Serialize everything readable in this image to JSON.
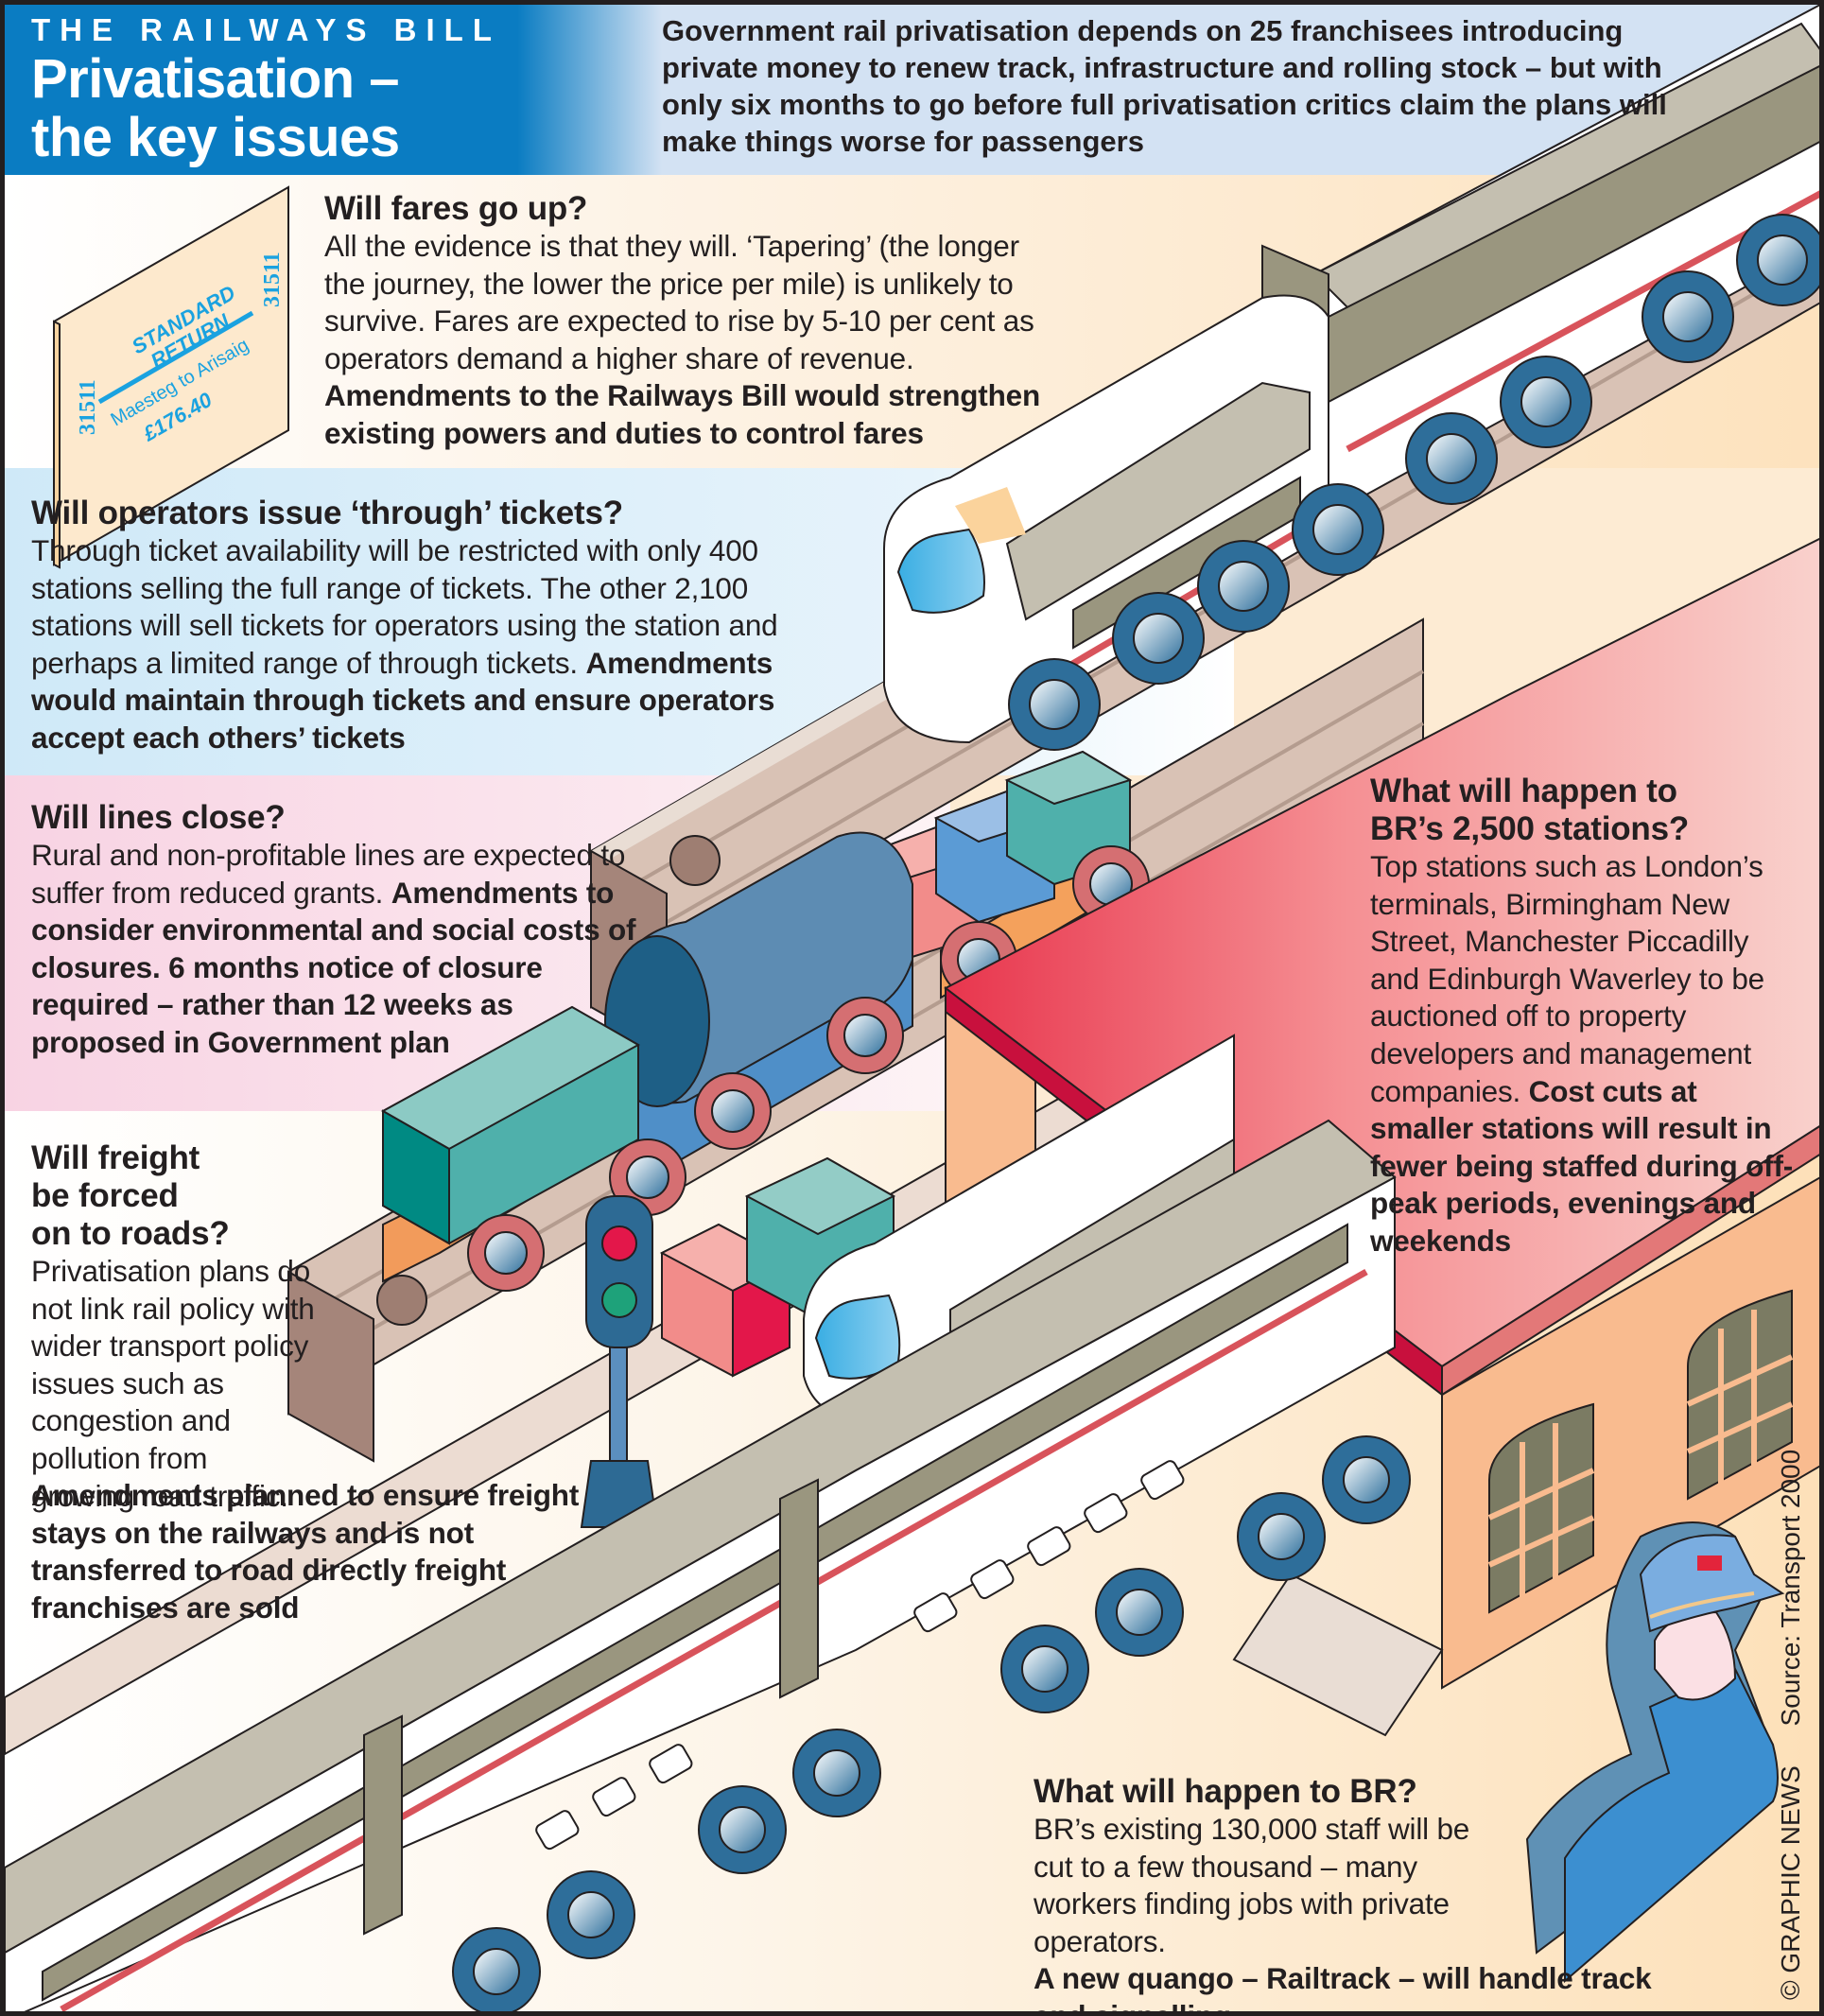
{
  "header": {
    "kicker": "THE RAILWAYS BILL",
    "title_line1": "Privatisation –",
    "title_line2": "the key issues",
    "intro": "Government rail privatisation depends on 25 franchisees introducing private money to renew track, infrastructure and rolling stock – but with only six months to go before full privatisation critics claim the plans will make things worse for passengers"
  },
  "ticket": {
    "type_line1": "STANDARD",
    "type_line2": "RETURN",
    "route": "Maesteg to Arisaig",
    "price": "£176.40",
    "number": "31511"
  },
  "sections": {
    "fares": {
      "heading": "Will fares go up?",
      "body": "All the evidence is that they will. ‘Tapering’ (the longer the journey, the lower the price per mile) is unlikely to survive. Fares are expected to rise by 5-10 per cent as operators demand a higher share of revenue.",
      "emphasis": "Amendments to the Railways Bill would strengthen existing powers and duties to control fares"
    },
    "through_tickets": {
      "heading": "Will operators issue ‘through’ tickets?",
      "body": "Through ticket availability will be restricted with only 400 stations selling the full range of tickets. The other 2,100 stations will sell tickets for operators using the station and perhaps a limited range of through tickets.",
      "emphasis": "Amendments would maintain through tickets and ensure operators accept each others’ tickets"
    },
    "lines_close": {
      "heading": "Will lines close?",
      "body": "Rural and non-profitable lines are expected to suffer from reduced grants.",
      "emphasis": "Amendments to consider environmental and social costs of closures. 6 months notice of closure required – rather than 12 weeks as proposed in Government plan"
    },
    "freight": {
      "heading_line1": "Will freight",
      "heading_line2": "be forced",
      "heading_line3": "on to roads?",
      "body": "Privatisation plans do not link rail policy with wider transport policy issues such as congestion and pollution from growing road traffic.",
      "emphasis": "Amendments planned to ensure freight stays on the railways and is not transferred to road directly freight franchises are sold"
    },
    "stations": {
      "heading_line1": "What will happen to",
      "heading_line2": "BR’s 2,500 stations?",
      "body": "Top stations such as London’s terminals, Birmingham New Street, Manchester Piccadilly and Edinburgh Waverley to be auctioned off to property developers and management companies.",
      "emphasis": "Cost cuts at smaller stations will result in fewer being staffed during off-peak periods, evenings and weekends"
    },
    "br": {
      "heading": "What will happen to BR?",
      "body": "BR’s existing 130,000 staff will be cut to a few thousand – many workers finding jobs with private operators.",
      "emphasis": "A new quango – Railtrack – will handle track and signalling"
    }
  },
  "credits": {
    "copyright": "© GRAPHIC NEWS",
    "source": "Source: Transport 2000"
  },
  "colors": {
    "title_blue": "#0a7cc2",
    "intro_bg": "#d3e2f3",
    "fares_bg": "#fdebd3",
    "tickets_bg": "#d6ecf8",
    "lines_bg": "#f9dce8",
    "station_roof": "#f8cfca",
    "station_wall": "#f9bb8f",
    "train_red_stripe": "#d8535b",
    "wheel_blue": "#2e6e9a"
  }
}
